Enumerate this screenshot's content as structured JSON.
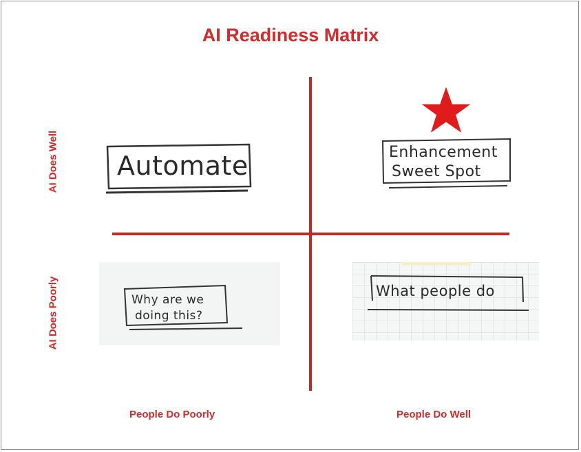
{
  "title": "AI Readiness Matrix",
  "axes": {
    "y_top": "AI Does Well",
    "y_bottom": "AI Does Poorly",
    "x_left": "People Do Poorly",
    "x_right": "People Do Well"
  },
  "quadrants": {
    "top_left": "Automate",
    "top_right_line1": "Enhancement",
    "top_right_line2": "Sweet Spot",
    "bottom_left_line1": "Why are we",
    "bottom_left_line2": "doing this?",
    "bottom_right": "What people do"
  },
  "highlight": {
    "quadrant": "top_right",
    "icon": "star-icon"
  },
  "colors": {
    "accent": "#d32b2b",
    "line": "#c62828",
    "ink": "#2a2a2a"
  }
}
